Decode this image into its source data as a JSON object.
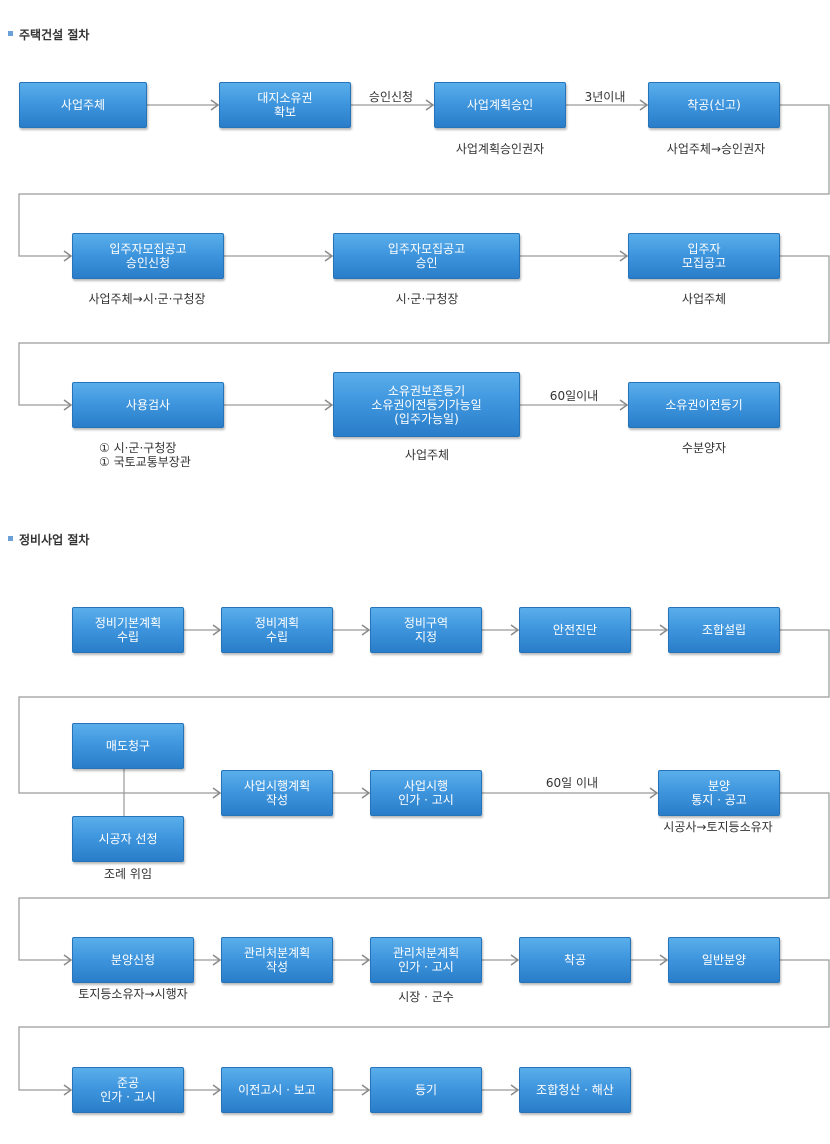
{
  "sections": {
    "housing": {
      "title": "주택건설 절차"
    },
    "redevelopment": {
      "title": "정비사업 절차"
    }
  },
  "housing": {
    "boxes": {
      "b1": [
        "사업주체"
      ],
      "b2": [
        "대지소유권",
        "확보"
      ],
      "b3": [
        "사업계획승인"
      ],
      "b4": [
        "착공(신고)"
      ],
      "b5": [
        "입주자모집공고",
        "승인신청"
      ],
      "b6": [
        "입주자모집공고",
        "승인"
      ],
      "b7": [
        "입주자",
        "모집공고"
      ],
      "b8": [
        "사용검사"
      ],
      "b9": [
        "소유권보존등기",
        "소유권이전등기가능일",
        "(입주가능일)"
      ],
      "b10": [
        "소유권이전등기"
      ]
    },
    "edge_labels": {
      "e23": "승인신청",
      "e34": "3년이내",
      "e910": "60일이내"
    },
    "notes": {
      "n3": "사업계획승인권자",
      "n4": "사업주체→승인권자",
      "n5": "사업주체→시·군·구청장",
      "n6": "시·군·구청장",
      "n7": "사업주체",
      "n8a": "① 시·군·구청장",
      "n8b": "① 국토교통부장관",
      "n9": "사업주체",
      "n10": "수분양자"
    }
  },
  "redevelopment": {
    "boxes": {
      "r1": [
        "정비기본계획",
        "수립"
      ],
      "r2": [
        "정비계획",
        "수립"
      ],
      "r3": [
        "정비구역",
        "지정"
      ],
      "r4": [
        "안전진단"
      ],
      "r5": [
        "조합설립"
      ],
      "r6": [
        "매도청구"
      ],
      "r7": [
        "시공자 선정"
      ],
      "r8": [
        "사업시행계획",
        "작성"
      ],
      "r9": [
        "사업시행",
        "인가 · 고시"
      ],
      "r10": [
        "분양",
        "통지 · 공고"
      ],
      "r11": [
        "분양신청"
      ],
      "r12": [
        "관리처분계획",
        "작성"
      ],
      "r13": [
        "관리처분계획",
        "인가 · 고시"
      ],
      "r14": [
        "착공"
      ],
      "r15": [
        "일반분양"
      ],
      "r16": [
        "준공",
        "인가 · 고시"
      ],
      "r17": [
        "이전고시 · 보고"
      ],
      "r18": [
        "등기"
      ],
      "r19": [
        "조합청산 · 해산"
      ]
    },
    "edge_labels": {
      "e910": "60일 이내"
    },
    "notes": {
      "n7": "조례 위임",
      "n10": "시공사→토지등소유자",
      "n11": "토지등소유자→시행자",
      "n13": "시장 · 군수"
    }
  }
}
